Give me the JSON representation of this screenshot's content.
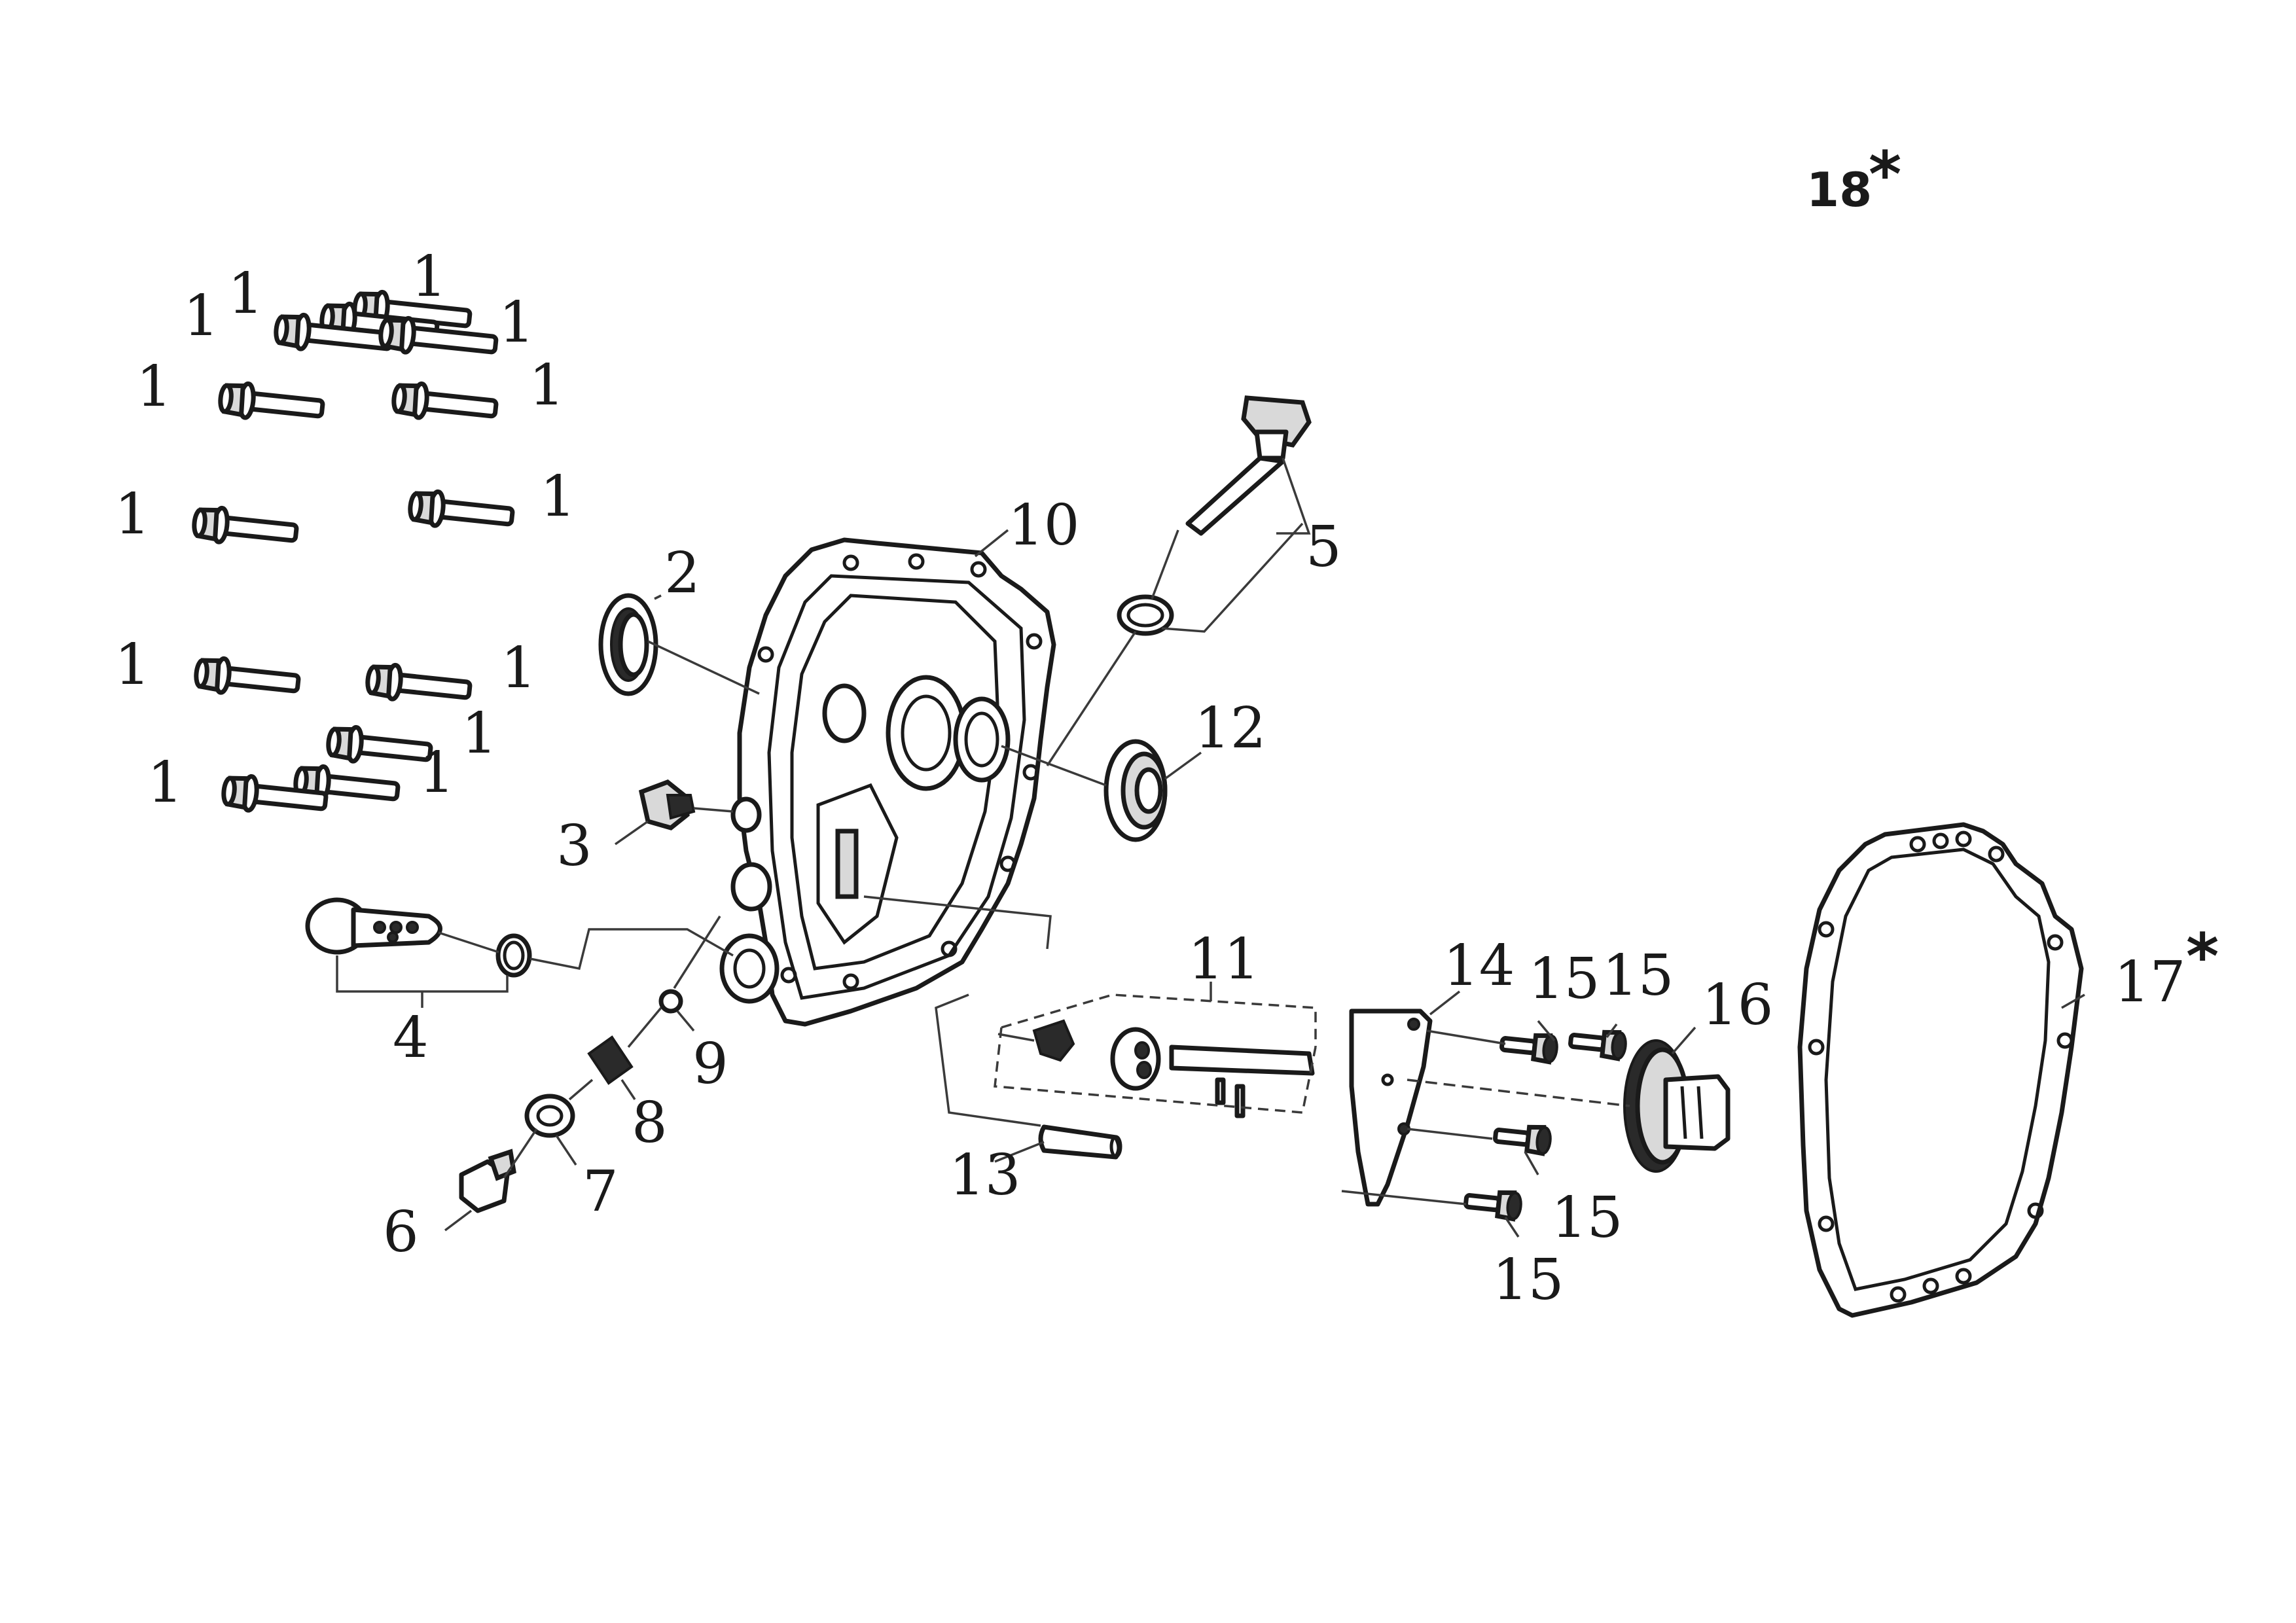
{
  "callouts": {
    "bolt": "1",
    "oil_seal": "2",
    "fitting": "3",
    "oil_plug_assy": "4",
    "dipstick_assy": "5",
    "drain_plug": "6",
    "washer": "7",
    "spring": "8",
    "ball": "9",
    "crankcase_cover": "10",
    "governor_assy": "11",
    "bearing": "12",
    "shaft": "13",
    "bracket": "14",
    "screw": "15",
    "gear_assy": "16",
    "gasket": "17",
    "kit": "18"
  },
  "asterisk": "*"
}
